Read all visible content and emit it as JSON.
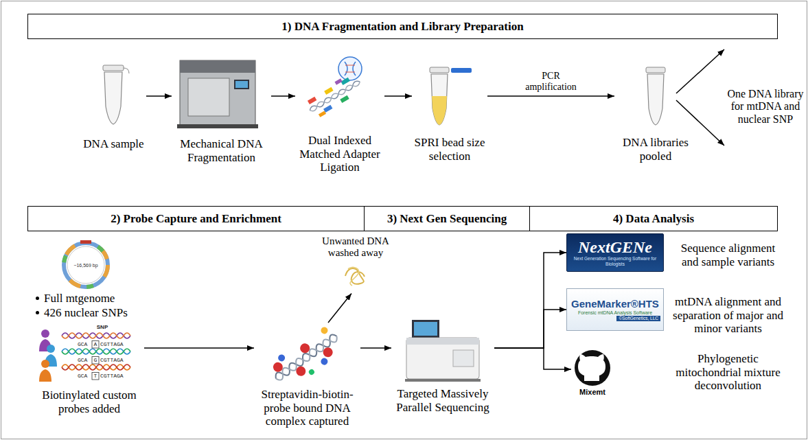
{
  "diagram": {
    "nodes": [
      {
        "text": [
          "1) DNA Fragmentation and Library Preparation"
        ]
      },
      {
        "text": [
          "DNA sample"
        ]
      },
      {
        "text": [
          "Mechanical DNA Fragmentation"
        ]
      },
      {
        "text": [
          "Dual Indexed Matched Adapter Ligation"
        ]
      },
      {
        "text": [
          "SPRI bead size selection"
        ]
      },
      {
        "text": [
          "DNA libraries pooled"
        ]
      },
      {
        "text": [
          "2) Probe Capture and Enrichment"
        ]
      },
      {
        "text": [
          "3) Next Gen Sequencing"
        ]
      },
      {
        "text": [
          "4) Data Analysis"
        ]
      },
      {
        "text": [
          "Full mtgenome",
          "426 nuclear SNPs",
          "Biotinylated custom probes added"
        ]
      },
      {
        "text": [
          "Streptavidin-biotin-probe bound DNA complex captured"
        ]
      },
      {
        "text": [
          "Unwanted DNA washed away"
        ]
      },
      {
        "text": [
          "Targeted Massively Parallel Sequencing"
        ]
      },
      {
        "text": [
          "NextGENe",
          "Next Generation Sequencing Software for Biologists"
        ]
      },
      {
        "text": [
          "GeneMarker®HTS",
          "Forensic mtDNA Analysis Software",
          "©SoftGenetics, LLC"
        ]
      },
      {
        "text": [
          "Mixemt"
        ]
      }
    ],
    "edges": [
      {
        "from": 1,
        "to": 2,
        "arrow": "to"
      },
      {
        "from": 2,
        "to": 3,
        "arrow": "to"
      },
      {
        "from": 3,
        "to": 4,
        "arrow": "to"
      },
      {
        "from": 4,
        "to": 5,
        "label": "PCR amplification",
        "arrow": "to"
      },
      {
        "from": 9,
        "to": 10,
        "arrow": "to"
      },
      {
        "from": 10,
        "to": 11,
        "arrow": "to"
      },
      {
        "from": 10,
        "to": 12,
        "arrow": "to"
      },
      {
        "from": 12,
        "to": 13,
        "arrow": "to"
      },
      {
        "from": 12,
        "to": 14,
        "arrow": "to"
      },
      {
        "from": 12,
        "to": 15,
        "arrow": "to"
      }
    ],
    "labels": [
      "One DNA library for mtDNA and nuclear SNP",
      "~16,569 bp",
      "SNP",
      "GCA",
      "A",
      "CGTTAGA",
      "GCA",
      "G",
      "CGTTAGA",
      "GCA",
      "T",
      "CGTTAGA",
      "Sequence alignment and sample variants",
      "mtDNA alignment and separation of major and minor variants",
      "Phylogenetic mitochondrial mixture deconvolution"
    ]
  }
}
